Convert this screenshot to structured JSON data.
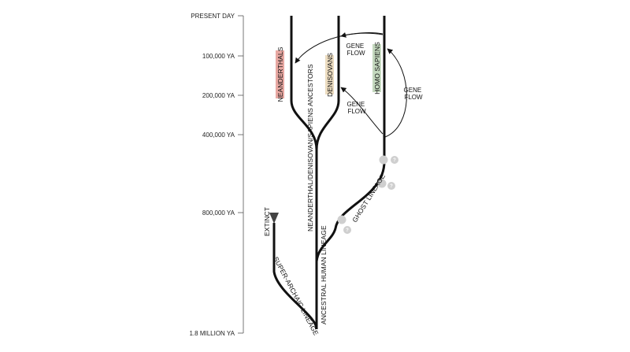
{
  "timeline": {
    "ticks": [
      {
        "label": "PRESENT DAY"
      },
      {
        "label": "100,000 YA"
      },
      {
        "label": "200,000 YA"
      },
      {
        "label": "400,000 YA"
      },
      {
        "label": "800,000 YA"
      },
      {
        "label": "1.8 MILLION YA"
      }
    ]
  },
  "lineages": {
    "neanderthals": {
      "label": "NEANDERTHALS",
      "color": "#e8a8a2"
    },
    "denisovans": {
      "label": "DENISOVANS",
      "color": "#ecdcc0"
    },
    "homo_sapiens": {
      "label": "HOMO SAPIENS",
      "color": "#c4d8be"
    },
    "ancestors": {
      "label": "NEANDERTHAL/DENISOVAN/SAPIENS ANCESTORS"
    },
    "ancestral_human": {
      "label": "ANCESTRAL HUMAN LINEAGE"
    },
    "ghost": {
      "label": "GHOST LINEAGE"
    },
    "super_archaic": {
      "label": "SUPER-ARCHAIC LINEAGE"
    },
    "extinct": {
      "label": "EXTINCT"
    }
  },
  "gene_flow": {
    "top": {
      "line1": "GENE",
      "line2": "FLOW"
    },
    "middle": {
      "line1": "GENE",
      "line2": "FLOW"
    },
    "right": {
      "line1": "GENE",
      "line2": "FLOW"
    }
  },
  "unknown_marker": "?"
}
